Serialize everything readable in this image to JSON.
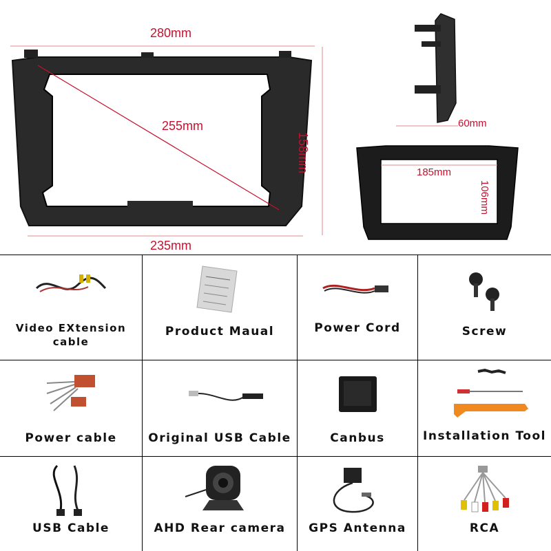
{
  "dimensions": {
    "frame_width": "280mm",
    "frame_diagonal": "255mm",
    "frame_height": "158mm",
    "frame_bottom_width": "235mm",
    "bracket_depth": "60mm",
    "inner_width": "185mm",
    "inner_height": "106mm"
  },
  "accessories": [
    {
      "label": "Video EXtension\ncable",
      "icon": "video-extension-cable-icon"
    },
    {
      "label": "Product Maual",
      "icon": "manual-icon"
    },
    {
      "label": "Power Cord",
      "icon": "power-cord-icon"
    },
    {
      "label": "Screw",
      "icon": "screw-icon"
    },
    {
      "label": "Power cable",
      "icon": "power-harness-icon"
    },
    {
      "label": "Original USB Cable",
      "icon": "usb-cable-icon"
    },
    {
      "label": "Canbus",
      "icon": "canbus-box-icon"
    },
    {
      "label": "Installation Tool",
      "icon": "installation-tool-icon"
    },
    {
      "label": "USB Cable",
      "icon": "usb-cables-icon"
    },
    {
      "label": "AHD Rear camera",
      "icon": "rear-camera-icon"
    },
    {
      "label": "GPS Antenna",
      "icon": "gps-antenna-icon"
    },
    {
      "label": "RCA",
      "icon": "rca-cable-icon"
    }
  ]
}
